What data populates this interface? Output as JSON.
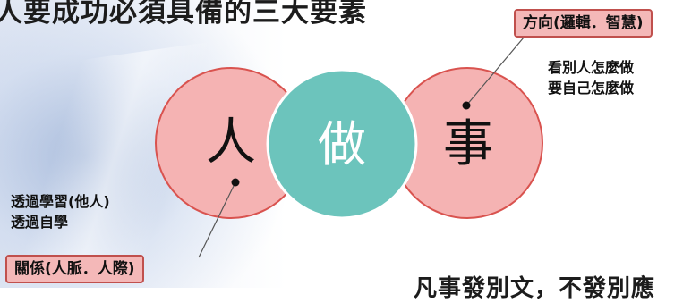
{
  "title": "人要成功必須具備的三大要素",
  "circles": {
    "person": "人",
    "do": "做",
    "matter": "事"
  },
  "tags": {
    "direction": "方向(邏輯．智慧)",
    "relation": "關係(人脈．人際)"
  },
  "notes": {
    "right": [
      "看別人怎麼做",
      "要自己怎麼做"
    ],
    "left": [
      "透過學習(他人)",
      "透過自學"
    ]
  },
  "bottom_text": "凡事發別文，不發別應",
  "colors": {
    "pink_circle": "#f5b3b3",
    "pink_stroke": "#d9534f",
    "teal_circle": "#6cc4bc",
    "tag_fill": "#f4b8b8",
    "tag_border": "#c0504d"
  }
}
